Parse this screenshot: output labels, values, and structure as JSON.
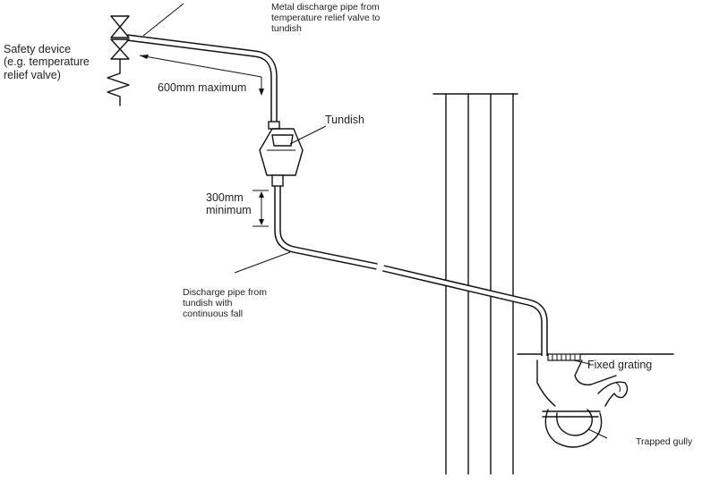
{
  "labels": {
    "safety_device": [
      "Safety device",
      "(e.g. temperature",
      "relief valve)"
    ],
    "metal_pipe": [
      "Metal discharge pipe from",
      "temperature relief valve to",
      "tundish"
    ],
    "max_600": "600mm maximum",
    "tundish": "Tundish",
    "min_300": [
      "300mm",
      "minimum"
    ],
    "discharge_pipe": [
      "Discharge pipe from",
      "tundish with",
      "continuous fall"
    ],
    "fixed_grating": "Fixed grating",
    "trapped_gully": "Trapped gully"
  },
  "colors": {
    "line": "#111111",
    "text": "#222222",
    "background": "#ffffff"
  }
}
